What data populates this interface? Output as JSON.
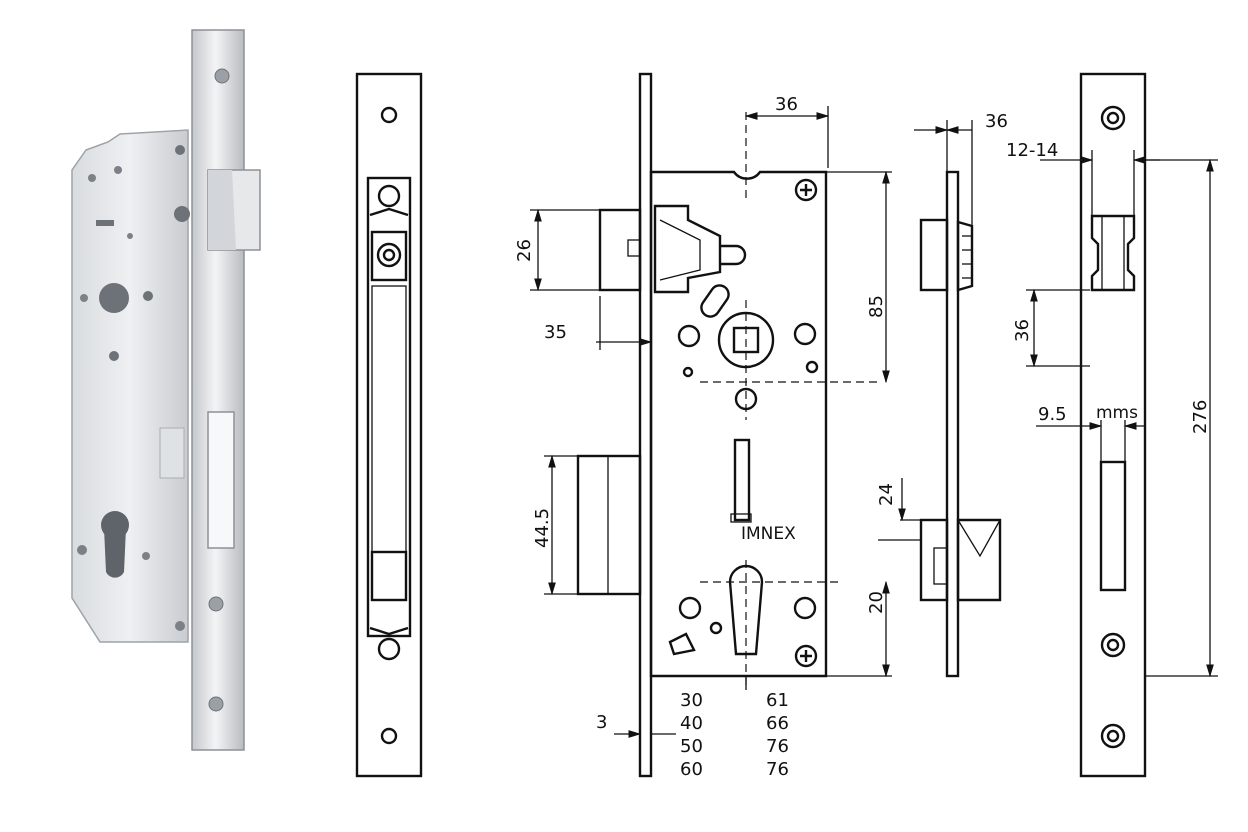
{
  "product_photo": {
    "description_icon": "mortise-lock-photo"
  },
  "dimensions": {
    "case_offset": "36",
    "backset_depth": "36",
    "latch_height": "26",
    "forend_to_spindle": "35",
    "spindle_to_cylinder": "85",
    "bolt_throw_height": "44.5",
    "forend_thickness": "3",
    "strike_width": "12-14",
    "strike_hole_spacing": "36",
    "bolt_pocket_offset": "9.5",
    "bolt_pocket_label": "mms",
    "forend_length": "276",
    "deadbolt_height": "24",
    "deadbolt_offset": "20"
  },
  "brand_mark": "IMNEX",
  "backset_table": [
    {
      "backset": "30",
      "case_depth": "61"
    },
    {
      "backset": "40",
      "case_depth": "66"
    },
    {
      "backset": "50",
      "case_depth": "76"
    },
    {
      "backset": "60",
      "case_depth": "76"
    }
  ]
}
